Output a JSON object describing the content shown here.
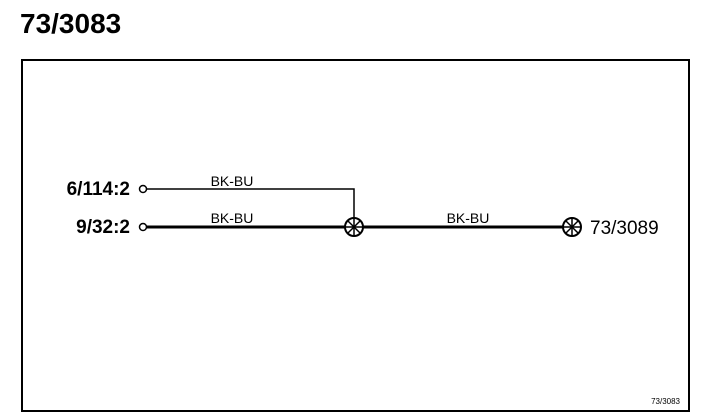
{
  "header": {
    "title": "73/3083"
  },
  "diagram": {
    "terminals": [
      {
        "id": "t1",
        "label": "6/114:2"
      },
      {
        "id": "t2",
        "label": "9/32:2"
      }
    ],
    "wires": [
      {
        "id": "w1",
        "from": "6/114:2",
        "to": "splice",
        "color_code": "BK-BU"
      },
      {
        "id": "w2",
        "from": "9/32:2",
        "to": "splice",
        "color_code": "BK-BU"
      },
      {
        "id": "w3",
        "from": "splice",
        "to": "73/3089",
        "color_code": "BK-BU"
      }
    ],
    "destination": {
      "label": "73/3089"
    },
    "footer_ref": "73/3083"
  }
}
